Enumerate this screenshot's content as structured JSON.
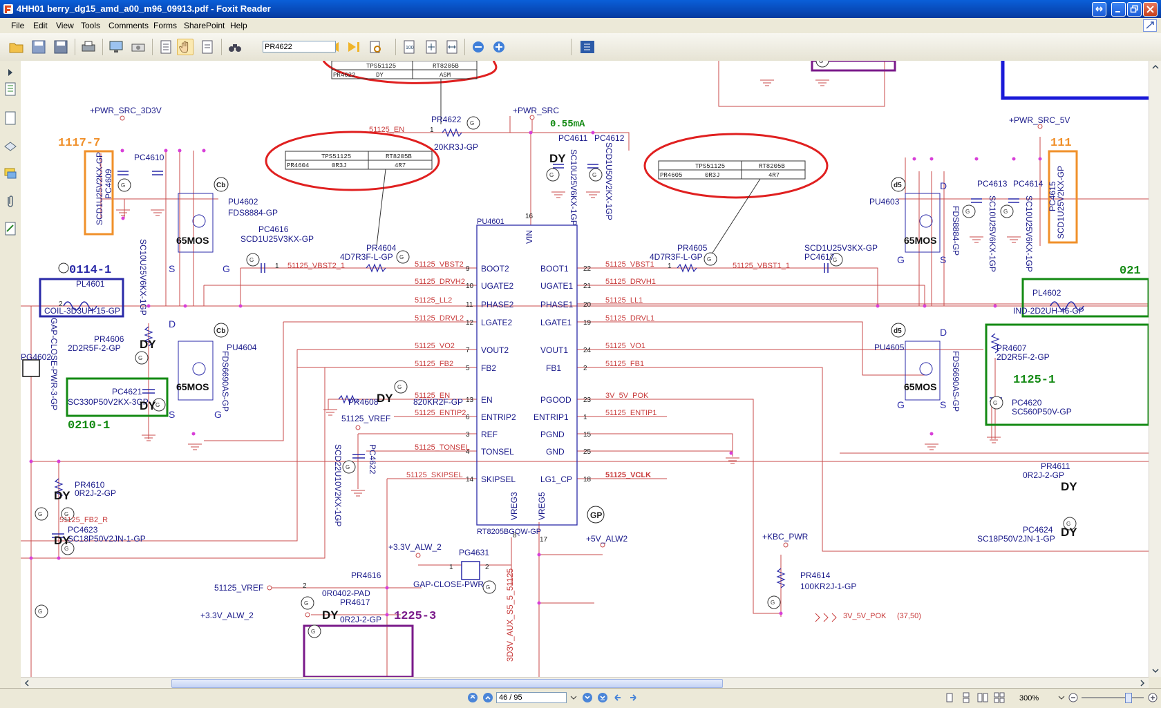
{
  "window": {
    "title": "4HH01 berry_dg15_amd_a00_m96_09913.pdf - Foxit Reader"
  },
  "menu": {
    "items": [
      "File",
      "Edit",
      "View",
      "Tools",
      "Comments",
      "Forms",
      "SharePoint",
      "Help"
    ]
  },
  "toolbar": {
    "find_value": "PR4622"
  },
  "statusbar": {
    "page_value": "46 / 95",
    "zoom": "300%"
  },
  "schematic": {
    "tables": {
      "top": {
        "h1": "TPS51125",
        "h2": "RT8205B",
        "ref": "PR4622",
        "c1": "DY",
        "c2": "ASM"
      },
      "left": {
        "h1": "TPS51125",
        "h2": "RT8205B",
        "ref": "PR4604",
        "c1": "0R3J",
        "c2": "4R7"
      },
      "right": {
        "h1": "TPS51125",
        "h2": "RT8205B",
        "ref": "PR4605",
        "c1": "0R3J",
        "c2": "4R7"
      }
    },
    "chip": {
      "ref": "PU4601",
      "part": "RT8205BGQW-GP",
      "vin": "VIN",
      "vreg3": "VREG3",
      "vreg5": "VREG5",
      "left_pins": [
        {
          "name": "BOOT2",
          "num": "9",
          "net": "51125_VBST2"
        },
        {
          "name": "UGATE2",
          "num": "10",
          "net": "51125_DRVH2"
        },
        {
          "name": "PHASE2",
          "num": "11",
          "net": "51125_LL2"
        },
        {
          "name": "LGATE2",
          "num": "12",
          "net": "51125_DRVL2"
        },
        {
          "name": "VOUT2",
          "num": "7",
          "net": "51125_VO2"
        },
        {
          "name": "FB2",
          "num": "5",
          "net": "51125_FB2"
        },
        {
          "name": "EN",
          "num": "13",
          "net": "51125_EN"
        },
        {
          "name": "ENTRIP2",
          "num": "6",
          "net": "51125_ENTIP2"
        },
        {
          "name": "REF",
          "num": "3",
          "net": ""
        },
        {
          "name": "TONSEL",
          "num": "4",
          "net": "51125_TONSEL"
        },
        {
          "name": "SKIPSEL",
          "num": "14",
          "net": "51125_SKIPSEL"
        }
      ],
      "right_pins": [
        {
          "name": "BOOT1",
          "num": "22",
          "net": "51125_VBST1"
        },
        {
          "name": "UGATE1",
          "num": "21",
          "net": "51125_DRVH1"
        },
        {
          "name": "PHASE1",
          "num": "20",
          "net": "51125_LL1"
        },
        {
          "name": "LGATE1",
          "num": "19",
          "net": "51125_DRVL1"
        },
        {
          "name": "VOUT1",
          "num": "24",
          "net": "51125_VO1"
        },
        {
          "name": "FB1",
          "num": "2",
          "net": "51125_FB1"
        },
        {
          "name": "PGOOD",
          "num": "23",
          "net": "3V_5V_POK"
        },
        {
          "name": "ENTRIP1",
          "num": "1",
          "net": "51125_ENTIP1"
        },
        {
          "name": "PGND",
          "num": "15",
          "net": ""
        },
        {
          "name": "GND",
          "num": "25",
          "net": ""
        },
        {
          "name": "LG1_CP",
          "num": "18",
          "net": "51125_VCLK"
        }
      ]
    },
    "labels": {
      "pwr_src_3d3v": "+PWR_SRC_3D3V",
      "pwr_src": "+PWR_SRC",
      "pwr_src_5v": "+PWR_SRC_5V",
      "current": "0.55mA",
      "pr4622": "PR4622",
      "pr4622_val": "20KR3J-GP",
      "en_net": "51125_EN",
      "pc4611": "PC4611",
      "pc4612": "PC4612",
      "pc4611_val": "SC10U25V6KX-1GP",
      "pc4612_val": "SCD1U50V2KX-1GP",
      "dy": "DY",
      "code_1117": "1117-7",
      "code_111": "111",
      "code_0114": "0114-1",
      "code_021": "021",
      "code_0210": "0210-1",
      "code_1125": "1125-1",
      "code_1225": "1225-3",
      "pc4609": "PC4609",
      "pc4609_val": "SCD1U25V2KX-GP",
      "pc4610": "PC4610",
      "pc4610_val": "SC10U25V6KX-1GP",
      "pu4602": "PU4602",
      "pu4602_val": "FDS8884-GP",
      "pu4604": "PU4604",
      "pu4604_val": "FDS6690AS-GP",
      "pu4603": "PU4603",
      "pu4603_val": "FDS8884-GP",
      "pu4605": "PU4605",
      "pu4605_val": "FDS6690AS-GP",
      "mos": "65MOS",
      "pc4616": "PC4616",
      "pc4616_val": "SCD1U25V3KX-GP",
      "pc4617": "PC4617",
      "pc4617_val": "SCD1U25V3KX-GP",
      "pr4604": "PR4604",
      "pr4604_val": "4D7R3F-L-GP",
      "pr4605": "PR4605",
      "pr4605_val": "4D7R3F-L-GP",
      "vbst2_1": "51125_VBST2_1",
      "vbst1_1": "51125_VBST1_1",
      "pl4601": "PL4601",
      "pl4601_val": "COIL-3D3UH-15-GP",
      "pl4602": "PL4602",
      "pl4602_val": "IND-2D2UH-46-GP",
      "pr4606": "PR4606",
      "pr4606_val": "2D2R5F-2-GP",
      "pr4607": "PR4607",
      "pr4607_val": "2D2R5F-2-GP",
      "pc4621": "PC4621",
      "pc4621_val": "SC330P50V2KX-3GP",
      "pc4620": "PC4620",
      "pc4620_val": "SC560P50V-GP",
      "pg4602": "PG4602",
      "gap_close": "GAP-CLOSE-PWR-3-GP",
      "pc4613": "PC4613",
      "pc4614": "PC4614",
      "pc4613_val": "SC10U25V6KX-1GP",
      "pc4614_val": "SC10U25V6KX-1GP",
      "pc4615": "PC4615",
      "pc4615_val": "SCD1U25V2KX-GP",
      "pr4608": "PR4608",
      "pr4608_val": "820KR2F-GP",
      "vref": "51125_VREF",
      "pc4622": "PC4622",
      "pc4622_val": "SCD22U10V2KX-1GP",
      "pr4610": "PR4610",
      "pr4610_val": "0R2J-2-GP",
      "fb2_r": "51125_FB2_R",
      "pc4623": "PC4623",
      "pc4623_val": "SC18P50V2JN-1-GP",
      "pr4611": "PR4611",
      "pr4611_val": "0R2J-2-GP",
      "pc4624": "PC4624",
      "pc4624_val": "SC18P50V2JN-1-GP",
      "alw2": "+3.3V_ALW_2",
      "pg4631": "PG4631",
      "pg4631_val": "GAP-CLOSE-PWR",
      "v5_alw2": "+5V_ALW2",
      "kbc_pwr": "+KBC_PWR",
      "pr4614": "PR4614",
      "pr4614_val": "100KR2J-1-GP",
      "pok_net": "3V_5V_POK",
      "pok_ref": "(37,50)",
      "pr4616": "PR4616",
      "pr4616_val": "0R0402-PAD",
      "pr4617": "PR4617",
      "pr4617_val": "0R2J-2-GP",
      "alw2_b": "+3.3V_ALW_2",
      "vref_b": "51125_VREF",
      "aux": "3D3V_AUX_S5_5_51125",
      "gp": "GP",
      "s": "S",
      "g": "G",
      "d": "D",
      "cb": "Cb",
      "d5": "d5",
      "n16": "16",
      "n8": "8",
      "n17": "17",
      "n1": "1",
      "n2": "2"
    }
  }
}
